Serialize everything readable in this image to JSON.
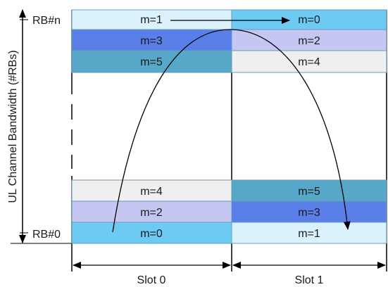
{
  "axis_label": "UL Channel Bandwidth (#RBs)",
  "rb_top_label": "RB#n",
  "rb_bottom_label": "RB#0",
  "slots": [
    "Slot 0",
    "Slot 1"
  ],
  "top_rows": [
    {
      "slot0": {
        "label": "m=1",
        "color": "#daf2fb"
      },
      "slot1": {
        "label": "m=0",
        "color": "#6ccaf3"
      }
    },
    {
      "slot0": {
        "label": "m=3",
        "color": "#5b7fe8"
      },
      "slot1": {
        "label": "m=2",
        "color": "#c6c6f3"
      }
    },
    {
      "slot0": {
        "label": "m=5",
        "color": "#57a7c9"
      },
      "slot1": {
        "label": "m=4",
        "color": "#efefef"
      }
    }
  ],
  "bottom_rows": [
    {
      "slot0": {
        "label": "m=4",
        "color": "#efefef"
      },
      "slot1": {
        "label": "m=5",
        "color": "#57a7c9"
      }
    },
    {
      "slot0": {
        "label": "m=2",
        "color": "#c6c6f3"
      },
      "slot1": {
        "label": "m=3",
        "color": "#5b7fe8"
      }
    },
    {
      "slot0": {
        "label": "m=0",
        "color": "#6ccaf3"
      },
      "slot1": {
        "label": "m=1",
        "color": "#daf2fb"
      }
    }
  ]
}
